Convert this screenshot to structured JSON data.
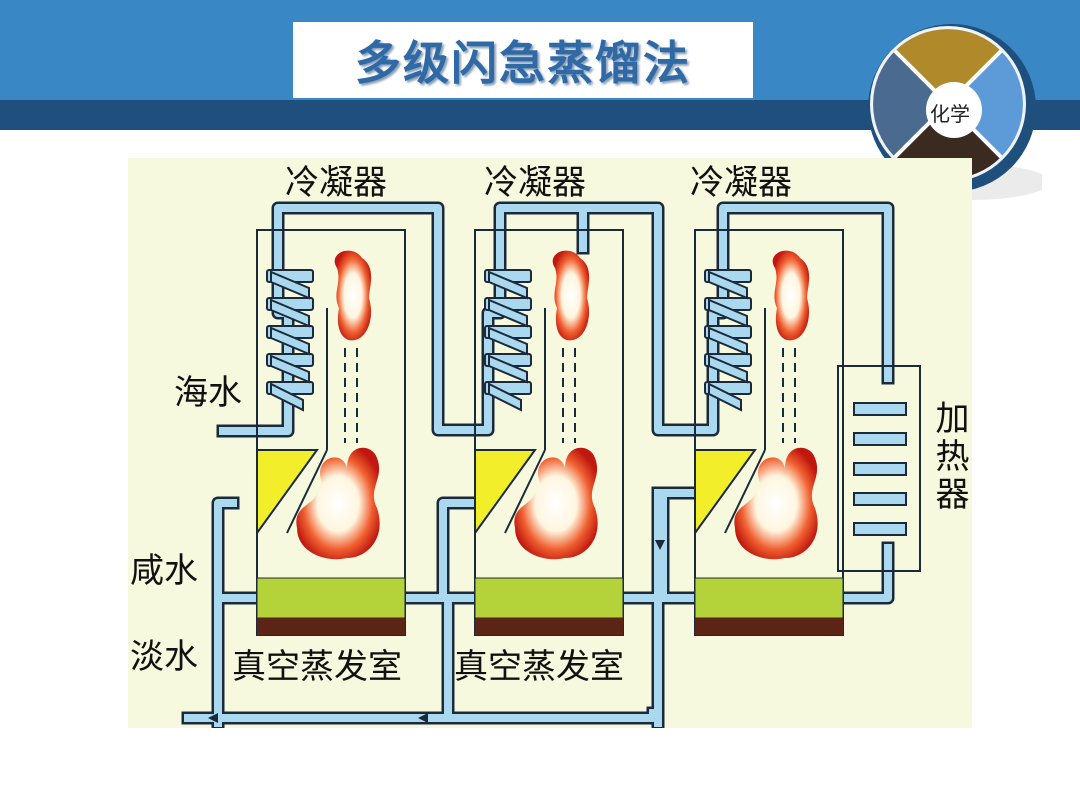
{
  "slide": {
    "title": "多级闪急蒸馏法",
    "logo_text": "化学"
  },
  "diagram": {
    "condenser_label": "冷凝器",
    "seawater_label": "海水",
    "heater_label": "加热器",
    "brine_label": "咸水",
    "freshwater_label": "淡水",
    "chamber_label": "真空蒸发室",
    "colors": {
      "pipe": "#a9d8ef",
      "outline": "#1b2a3a",
      "yellow": "#f3ee2a",
      "green": "#b4d23a",
      "brown": "#5b2415",
      "flame": "#e8351a"
    }
  }
}
